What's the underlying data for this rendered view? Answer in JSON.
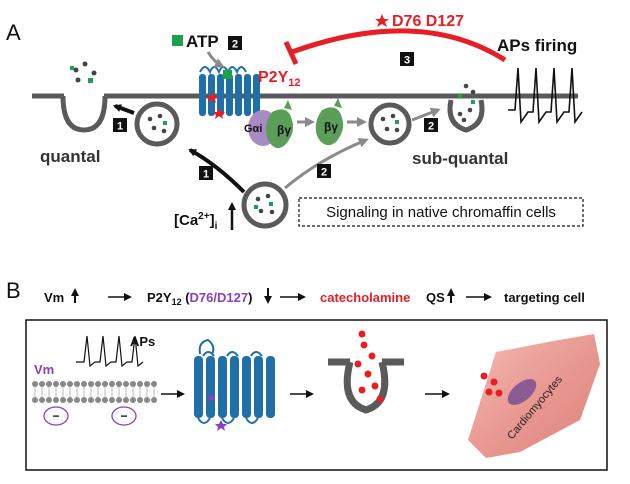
{
  "panel_a": {
    "label": "A",
    "atp": "ATP",
    "p2y12": "P2Y",
    "p2y12_sub": "12",
    "mutation": "D76 D127",
    "aps_firing": "APs firing",
    "quantal": "quantal",
    "sub_quantal": "sub-quantal",
    "galpha": "Gαi",
    "bg1": "βγ",
    "bg2": "βγ",
    "ca_base": "[Ca",
    "ca_sup": "2+",
    "ca_close": "]",
    "ca_sub": "i",
    "signaling_box": "Signaling in native chromaffin cells",
    "step_badges": [
      "1",
      "1",
      "2",
      "2",
      "2",
      "3"
    ]
  },
  "panel_b": {
    "label": "B",
    "vm": "Vm",
    "p2y12": "P2Y",
    "p2y12_sub": "12",
    "p2y12_paren_open": " (",
    "mutation": "D76/D127",
    "p2y12_paren_close": ")",
    "catecholamine": "catecholamine",
    "qs": "QS",
    "targeting": "targeting cell",
    "aps": "APs",
    "vm_inner": "Vm",
    "minus": "−",
    "cardiomyocytes": "Cardiomyocytes"
  },
  "colors": {
    "receptor_blue": "#1f6fa8",
    "red": "#e81e25",
    "green": "#1aa34a",
    "purple": "#8a3fc0",
    "g_protein_green": "#5a9e5a",
    "g_alpha_purple": "#a98bc4",
    "membrane_gray": "#5a5a5a",
    "cell_pink": "#e8908f"
  }
}
